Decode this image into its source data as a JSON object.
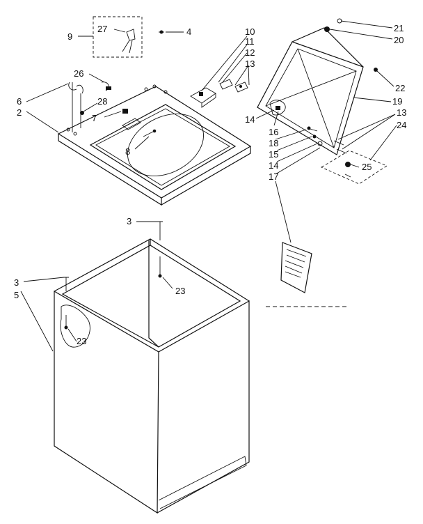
{
  "part_labels": {
    "p9": "9",
    "p27": "27",
    "p4": "4",
    "p10": "10",
    "p11": "11",
    "p12": "12",
    "p13a": "13",
    "p21": "21",
    "p20": "20",
    "p22": "22",
    "p19": "19",
    "p13b": "13",
    "p24": "24",
    "p25": "25",
    "p14a": "14",
    "p16": "16",
    "p18": "18",
    "p15": "15",
    "p14b": "14",
    "p17": "17",
    "p26": "26",
    "p6": "6",
    "p28": "28",
    "p2": "2",
    "p7": "7",
    "p8": "8",
    "p3a": "3",
    "p23a": "23",
    "p3b": "3",
    "p5": "5",
    "p23b": "23"
  },
  "colors": {
    "ink": "#111111",
    "background": "#ffffff"
  }
}
